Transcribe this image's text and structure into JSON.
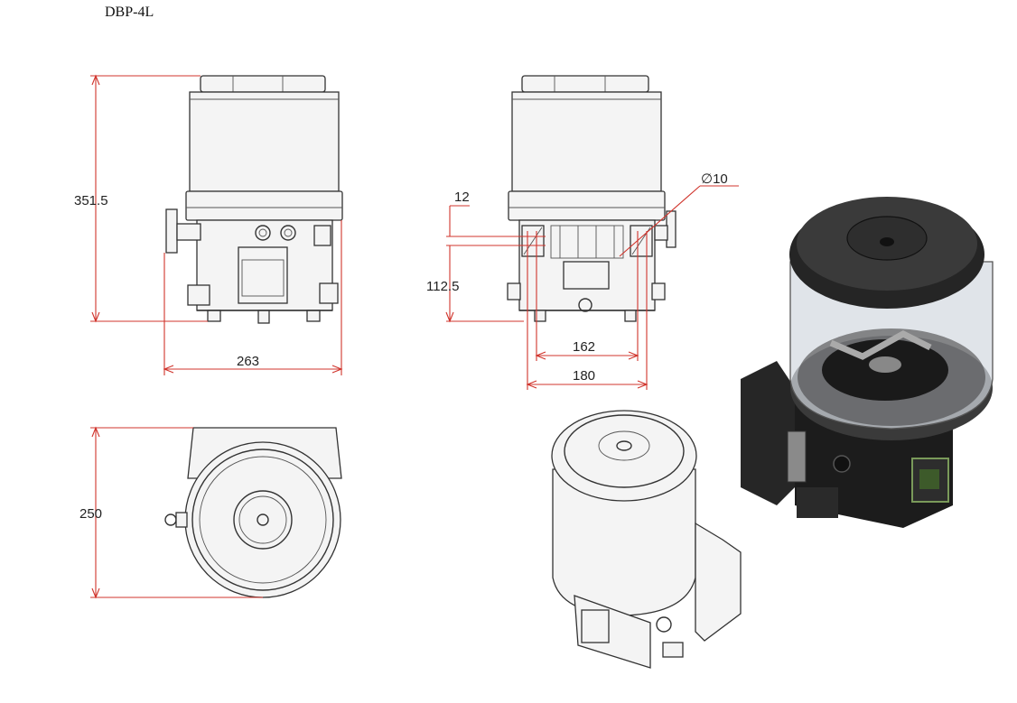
{
  "title": "DBP-4L",
  "dimensions": {
    "height_total": "351.5",
    "width_front": "263",
    "top_offset": "12",
    "base_height": "112.5",
    "hole_dia": "∅10",
    "mount_inner": "162",
    "mount_outer": "180",
    "depth_top": "250"
  },
  "colors": {
    "dimension_line": "#d0342c",
    "outline": "#333333",
    "render_body": "#1e1e1e"
  }
}
